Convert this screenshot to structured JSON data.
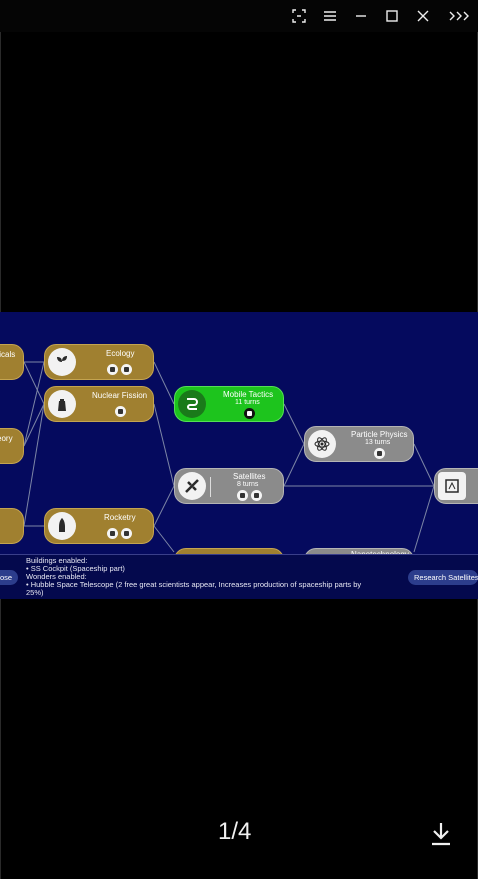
{
  "viewer": {
    "pager": "1/4",
    "top_controls": [
      "fit-icon",
      "menu-icon",
      "minimize-icon",
      "maximize-icon",
      "close-icon",
      "more-icon"
    ]
  },
  "tech_tree": {
    "nodes": {
      "ecology": {
        "name": "Ecology"
      },
      "nuclear_fission": {
        "name": "Nuclear Fission"
      },
      "rocketry": {
        "name": "Rocketry"
      },
      "mobile_tactics": {
        "name": "Mobile Tactics",
        "turns": "11 turns"
      },
      "satellites": {
        "name": "Satellites",
        "turns": "8 turns"
      },
      "particle_physics": {
        "name": "Particle Physics",
        "turns": "13 turns"
      },
      "left_top": {
        "name": "ticals"
      },
      "left_mid": {
        "name": "eory"
      },
      "bottom_partial": {
        "name": "Nanotechnology"
      }
    },
    "info": {
      "line1": "Buildings enabled:",
      "line2": "• SS Cockpit (Spaceship part)",
      "line3": "Wonders enabled:",
      "line4": "• Hubble Space Telescope (2 free great scientists appear, Increases production of spaceship parts by",
      "line5": "25%)"
    },
    "buttons": {
      "close": "ose",
      "research": "Research Satellites"
    },
    "colors": {
      "background": "#050a5e",
      "researched": "#a08030",
      "researching": "#1dc41d",
      "available": "#8b8b8b"
    }
  }
}
